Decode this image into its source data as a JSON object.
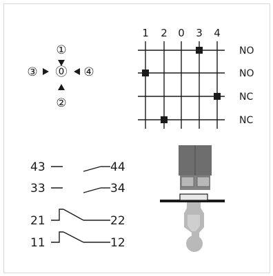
{
  "joystick_positions": {
    "top": "①",
    "left": "③",
    "center": "⓪",
    "right": "④",
    "bottom": "②"
  },
  "contact_table": {
    "column_labels": [
      "1",
      "2",
      "0",
      "3",
      "4"
    ],
    "rows": [
      {
        "label": "NO",
        "active_column": "3"
      },
      {
        "label": "NO",
        "active_column": "1"
      },
      {
        "label": "NC",
        "active_column": "4"
      },
      {
        "label": "NC",
        "active_column": "2"
      }
    ]
  },
  "contacts": [
    {
      "left": "43",
      "right": "44",
      "type": "NO"
    },
    {
      "left": "33",
      "right": "34",
      "type": "NO"
    },
    {
      "left": "21",
      "right": "22",
      "type": "NC"
    },
    {
      "left": "11",
      "right": "12",
      "type": "NC"
    }
  ],
  "colors": {
    "ink": "#1a1a1a",
    "frame": "#d8d8d8",
    "body_dark": "#6e6e6e",
    "body_mid": "#8a8a8a",
    "lever": "#b9b9b9"
  }
}
